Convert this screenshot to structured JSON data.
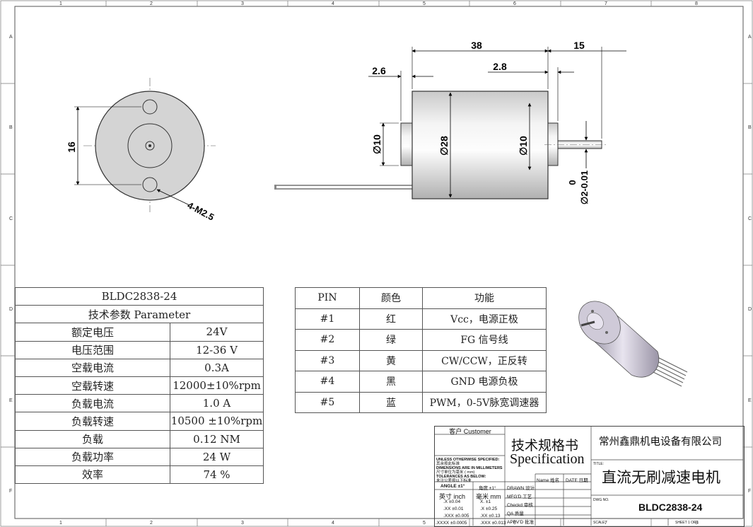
{
  "grid": {
    "columns": [
      "1",
      "2",
      "3",
      "4",
      "5",
      "6",
      "7",
      "8"
    ],
    "rows": [
      "A",
      "B",
      "C",
      "D",
      "E",
      "F"
    ]
  },
  "dimensions": {
    "overall_length": "38",
    "shaft_length": "15",
    "front_boss": "2.6",
    "rear_boss": "2.8",
    "hole_spacing": "16",
    "boss_dia_left": "∅10",
    "body_dia": "∅28",
    "boss_dia_right": "∅10",
    "shaft_tol_upper": "0",
    "shaft_dia": "∅2-0.01",
    "thread": "4-M2.5"
  },
  "params_table": {
    "model": "BLDC2838-24",
    "header": "技术参数 Parameter",
    "rows": [
      {
        "label": "额定电压",
        "value": "24V"
      },
      {
        "label": "电压范围",
        "value": "12-36 V"
      },
      {
        "label": "空载电流",
        "value": "0.3A"
      },
      {
        "label": "空载转速",
        "value": "12000±10%rpm"
      },
      {
        "label": "负载电流",
        "value": "1.0 A"
      },
      {
        "label": "负载转速",
        "value": "10500 ±10%rpm"
      },
      {
        "label": "负载",
        "value": "0.12 NM"
      },
      {
        "label": "负载功率",
        "value": "24 W"
      },
      {
        "label": "效率",
        "value": "74 %"
      }
    ]
  },
  "pin_table": {
    "headers": [
      "PIN",
      "颜色",
      "功能"
    ],
    "rows": [
      [
        "#1",
        "红",
        "Vcc，电源正极"
      ],
      [
        "#2",
        "绿",
        "FG 信号线"
      ],
      [
        "#3",
        "黄",
        "CW/CCW，正反转"
      ],
      [
        "#4",
        "黑",
        "GND 电源负极"
      ],
      [
        "#5",
        "蓝",
        "PWM，0-5V脉宽调速器"
      ]
    ]
  },
  "title_block": {
    "customer": "客户 Customer",
    "spec_cn": "技术规格书",
    "spec_en": "Specification",
    "company": "常州鑫鼎机电设备有限公司",
    "title_label": "TITLE:",
    "title": "直流无刷减速电机",
    "dwg_label": "DWG NO.",
    "dwg_no": "BLDC2838-24",
    "scale_label": "SCALE:",
    "sheet": "SHEET 1 OF 1",
    "unless_1": "UNLESS OTHERWISE SPECIFIED:",
    "unless_2": "其余按此标准",
    "unless_3": "DIMENSIONS ARE IN MILLIMETERS",
    "unless_4": "尺寸单位为毫米 ( mm)",
    "unless_5": "TOLERANCES AS BELOW:",
    "unless_6": "未注公差按以下标准",
    "angle": "ANGLE ±1°",
    "angle_cn": "角度 ±1°",
    "inch_head": "英寸 inch",
    "mm_head": "毫米 mm",
    "inch_tols": [
      ".X ±0.04",
      ".XX ±0.01",
      ".XXX ±0.005",
      ".XXXX ±0.0005"
    ],
    "mm_tols": [
      "X. ±1",
      ".X ±0.25",
      ".XX ±0.13",
      ".XXX ±0.013"
    ],
    "name_head": "Name 姓名",
    "date_head": "DATE 日期",
    "roles": [
      "DRAWN 设计",
      "MFG'D  工艺",
      "Checkd  审核",
      "QA      质量",
      "APPV'D 批准"
    ]
  }
}
